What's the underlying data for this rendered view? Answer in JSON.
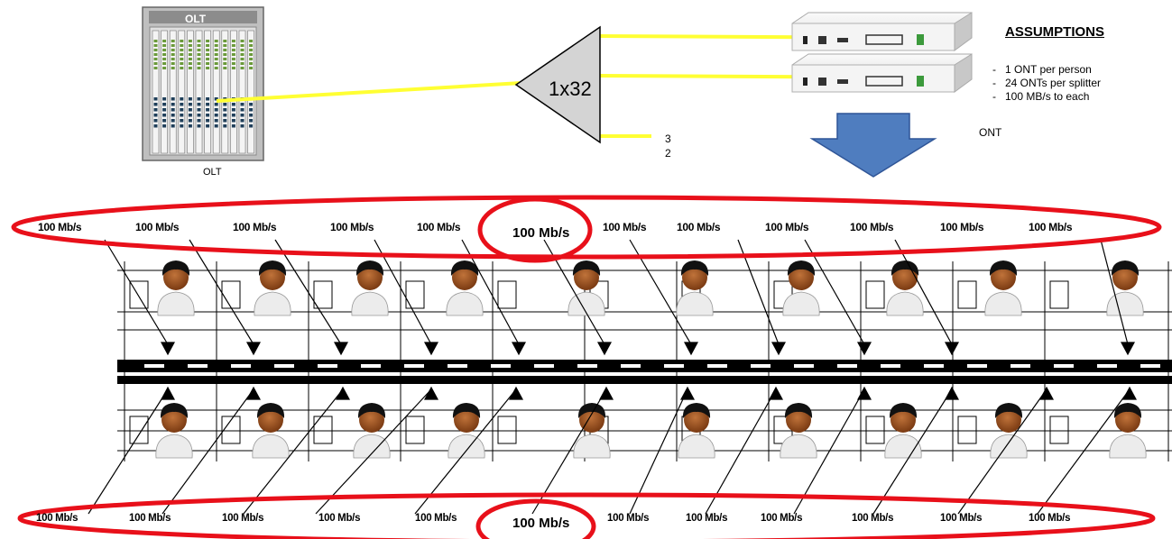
{
  "olt": {
    "label_top": "OLT",
    "label_bottom": "OLT"
  },
  "splitter": {
    "ratio": "1x32"
  },
  "splitter_port": {
    "line1": "3",
    "line2": "2"
  },
  "ont": {
    "label": "ONT"
  },
  "assumptions": {
    "title": "ASSUMPTIONS",
    "items": [
      "1 ONT per person",
      "24 ONTs  per  splitter",
      "100 MB/s to each"
    ]
  },
  "top_row": {
    "highlight": "100 Mb/s",
    "rates": [
      "100 Mb/s",
      "100 Mb/s",
      "100 Mb/s",
      "100 Mb/s",
      "100 Mb/s",
      "100 Mb/s",
      "100 Mb/s",
      "100 Mb/s",
      "100 Mb/s",
      "100 Mb/s",
      "100 Mb/s"
    ]
  },
  "bottom_row": {
    "highlight": "100 Mb/s",
    "rates": [
      "100 Mb/s",
      "100 Mb/s",
      "100 Mb/s",
      "100 Mb/s",
      "100 Mb/s",
      "100 Mb/s",
      "100 Mb/s",
      "100 Mb/s",
      "100 Mb/s",
      "100 Mb/s",
      "100 Mb/s"
    ]
  },
  "colors": {
    "fiber": "#ffff33",
    "ellipse": "#e8101a",
    "arrow": "#4f7dbf",
    "splitter_fill": "#d4d4d4"
  },
  "icons": [
    "olt-chassis-icon",
    "splitter-triangle-icon",
    "ont-device-icon",
    "down-arrow-icon",
    "person-icon"
  ]
}
